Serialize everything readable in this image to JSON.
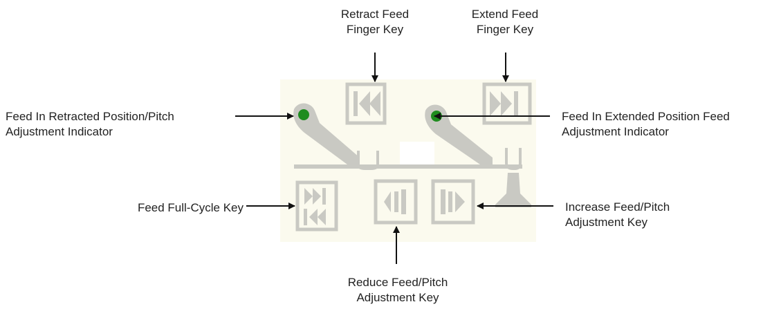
{
  "labels": {
    "retract_key": [
      "Retract Feed",
      "Finger Key"
    ],
    "extend_key": [
      "Extend Feed",
      "Finger Key"
    ],
    "retracted_indicator": [
      "Feed In Retracted Position/Pitch",
      "Adjustment Indicator"
    ],
    "extended_indicator": [
      "Feed In Extended Position Feed",
      "Adjustment Indicator"
    ],
    "full_cycle_key": [
      "Feed Full-Cycle Key"
    ],
    "increase_key": [
      "Increase Feed/Pitch",
      "Adjustment Key"
    ],
    "reduce_key": [
      "Reduce Feed/Pitch",
      "Adjustment Key"
    ]
  },
  "colors": {
    "panel": "#fbfaee",
    "key": "#c9c9c3",
    "indicator": "#1f8c1f",
    "arrow": "#111111"
  },
  "icons": [
    "retract-finger-key-icon",
    "extend-finger-key-icon",
    "full-cycle-key-icon",
    "reduce-feed-key-icon",
    "increase-feed-key-icon"
  ]
}
